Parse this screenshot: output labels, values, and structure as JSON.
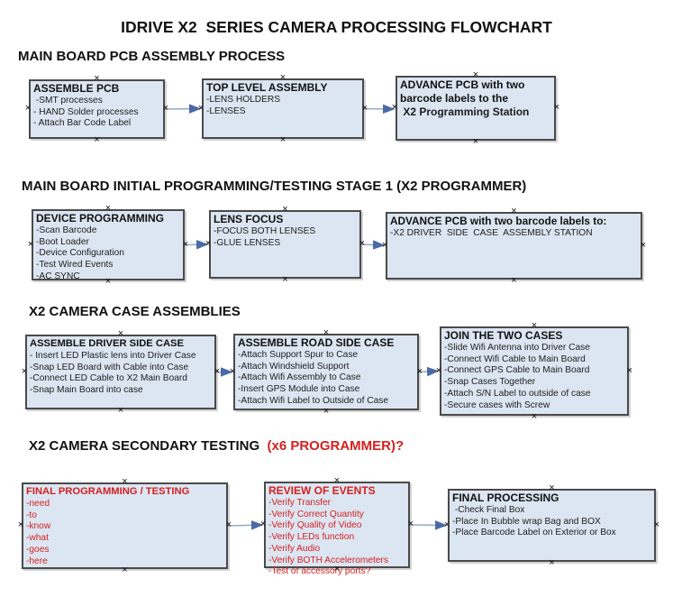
{
  "title": "IDRIVE X2  SERIES CAMERA PROCESSING FLOWCHART",
  "colors": {
    "box_fill": "#dce6f2",
    "box_border": "#4a4a4a",
    "arrow_line": "#93a9c6",
    "arrow_head": "#4a6aa6",
    "red_text": "#d42020",
    "text": "#111111"
  },
  "sections": [
    {
      "heading": "MAIN BOARD PCB ASSEMBLY PROCESS",
      "boxes": [
        {
          "title": "ASSEMBLE PCB",
          "lines": [
            " -SMT processes",
            "- HAND Solder processes",
            "- Attach Bar Code Label"
          ]
        },
        {
          "title": "TOP LEVEL ASSEMBLY",
          "lines": [
            "-LENS HOLDERS",
            "-LENSES"
          ]
        },
        {
          "title": "ADVANCE PCB with two barcode labels to the",
          "lines": [
            " X2 Programming Station"
          ]
        }
      ]
    },
    {
      "heading": "MAIN BOARD INITIAL PROGRAMMING/TESTING STAGE 1 (X2 PROGRAMMER)",
      "boxes": [
        {
          "title": "DEVICE PROGRAMMING",
          "lines": [
            "-Scan Barcode",
            "-Boot Loader",
            "-Device Configuration",
            "-Test Wired Events",
            "-AC SYNC"
          ]
        },
        {
          "title": "LENS FOCUS",
          "lines": [
            "-FOCUS BOTH LENSES",
            "-GLUE LENSES"
          ]
        },
        {
          "title": "ADVANCE PCB with two barcode labels to:",
          "lines": [
            "-X2 DRIVER  SIDE  CASE  ASSEMBLY STATION"
          ]
        }
      ]
    },
    {
      "heading": "X2 CAMERA CASE ASSEMBLIES",
      "boxes": [
        {
          "title": "ASSEMBLE DRIVER SIDE CASE",
          "lines": [
            "- Insert LED Plastic lens into Driver Case",
            "-Snap LED Board with Cable into Case",
            "-Connect LED Cable to X2 Main Board",
            "-Snap Main Board into case"
          ]
        },
        {
          "title": "ASSEMBLE ROAD SIDE CASE",
          "lines": [
            "-Attach Support Spur to Case",
            "-Attach Windshield Support",
            "-Attach Wifi Assembly to Case",
            "-Insert GPS Module into Case",
            "-Attach Wifi Label to Outside of Case"
          ]
        },
        {
          "title": "JOIN THE TWO CASES",
          "lines": [
            "-Slide Wifi Antenna into Driver Case",
            "-Connect Wifi Cable to Main Board",
            "-Connect GPS Cable to Main Board",
            "-Snap Cases Together",
            "-Attach S/N Label to outside of case",
            "-Secure cases with Screw"
          ]
        }
      ]
    },
    {
      "heading": "X2 CAMERA SECONDARY TESTING",
      "heading_red": "  (x6 PROGRAMMER)?",
      "boxes": [
        {
          "title": "FINAL PROGRAMMING / TESTING",
          "lines": [
            "-need",
            "-to",
            "-know",
            "-what",
            "-goes",
            "-here"
          ]
        },
        {
          "title": "REVIEW OF EVENTS",
          "lines": [
            "-Verify Transfer",
            "-Verify Correct Quantity",
            "-Verify Quality of Video",
            "-Verify LEDs function",
            "-Verify Audio",
            "-Verify BOTH Accelerometers",
            "-Test of accessory ports?"
          ]
        },
        {
          "title": "FINAL PROCESSING",
          "lines": [
            " -Check Final Box",
            "-Place In Bubble wrap Bag and BOX",
            "-Place Barcode Label on Exterior or Box"
          ]
        }
      ]
    }
  ]
}
